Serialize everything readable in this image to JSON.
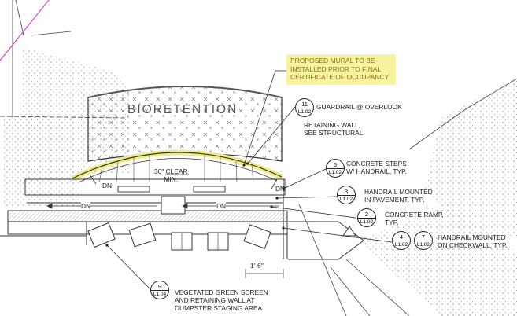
{
  "labels": {
    "bioretention": "BIORETENTION",
    "mural_note": "PROPOSED MURAL TO BE\nINSTALLED PRIOR TO FINAL\nCERTIFICATE OF OCCUPANCY",
    "guardrail": "GUARDRAIL @ OVERLOOK",
    "retaining_wall": "RETAINING WALL,\nSEE STRUCTURAL",
    "concrete_steps": "CONCRETE STEPS\nW/ HANDRAIL, TYP.",
    "handrail_pavement": "HANDRAIL MOUNTED\nIN PAVEMENT, TYP.",
    "concrete_ramp": "CONCRETE RAMP,\nTYP.",
    "handrail_checkwall": "HANDRAIL MOUNTED\nON CHECKWALL, TYP.",
    "green_screen": "VEGETATED GREEN SCREEN\nAND RETAINING WALL AT\nDUMPSTER STAGING AREA",
    "clear": "36\" CLEAR\nMIN.",
    "dn1": "DN",
    "dn2": "DN",
    "dn3": "DN",
    "dn4": "DN",
    "dim": "1'-6\""
  },
  "tags": {
    "t11": {
      "num": "11",
      "sheet": "L1.02"
    },
    "t5": {
      "num": "5",
      "sheet": "L1.02"
    },
    "t3": {
      "num": "3",
      "sheet": "L1.02"
    },
    "t2": {
      "num": "2",
      "sheet": "L1.02"
    },
    "t4": {
      "num": "4",
      "sheet": "L1.02"
    },
    "t7": {
      "num": "7",
      "sheet": "L1.02"
    },
    "t9": {
      "num": "9",
      "sheet": "L1.04"
    }
  },
  "colors": {
    "highlight": "#f1ec8a",
    "line": "#222222",
    "magenta": "#d23cd2"
  }
}
